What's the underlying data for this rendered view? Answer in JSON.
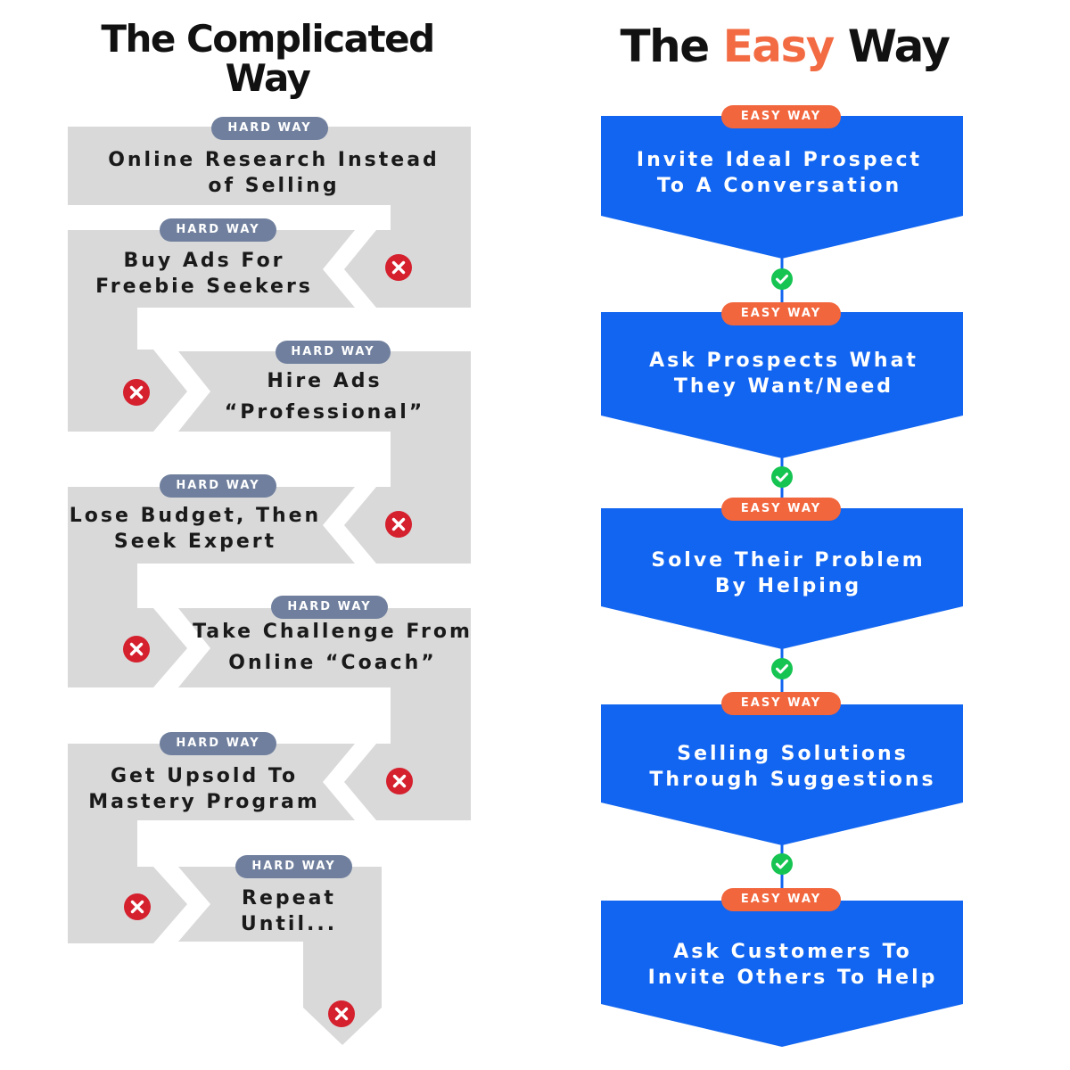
{
  "left": {
    "title_line1": "The Complicated",
    "title_line2": "Way",
    "steps": [
      {
        "badge": "HARD WAY",
        "line1": "Online Research Instead",
        "line2": "of Selling"
      },
      {
        "badge": "HARD WAY",
        "line1": "Buy Ads For",
        "line2": "Freebie Seekers"
      },
      {
        "badge": "HARD WAY",
        "line1": "Hire Ads",
        "line2": "“Professional”"
      },
      {
        "badge": "HARD WAY",
        "line1": "Lose Budget, Then",
        "line2": "Seek Expert"
      },
      {
        "badge": "HARD WAY",
        "line1": "Take Challenge From",
        "line2": "Online “Coach”"
      },
      {
        "badge": "HARD WAY",
        "line1": "Get Upsold To",
        "line2": "Mastery Program"
      },
      {
        "badge": "HARD WAY",
        "line1": "Repeat",
        "line2": "Until..."
      }
    ]
  },
  "right": {
    "title_pre": "The",
    "title_accent": "Easy",
    "title_post": "Way",
    "steps": [
      {
        "badge": "EASY WAY",
        "line1": "Invite Ideal Prospect",
        "line2": "To A Conversation"
      },
      {
        "badge": "EASY WAY",
        "line1": "Ask Prospects What",
        "line2": "They Want/Need"
      },
      {
        "badge": "EASY WAY",
        "line1": "Solve Their Problem",
        "line2": "By Helping"
      },
      {
        "badge": "EASY WAY",
        "line1": "Selling Solutions",
        "line2": "Through Suggestions"
      },
      {
        "badge": "EASY WAY",
        "line1": "Ask Customers To",
        "line2": "Invite Others To Help"
      }
    ]
  },
  "colors": {
    "hard_shape": "#d9d9d9",
    "hard_badge": "#6f7f9d",
    "easy_shape": "#1265f0",
    "easy_badge": "#f2663d",
    "accent": "#f26b43",
    "fail_icon": "#d5202e",
    "success_icon": "#16c452"
  },
  "icons": {
    "fail": "x-circle-icon",
    "success": "check-circle-icon"
  }
}
